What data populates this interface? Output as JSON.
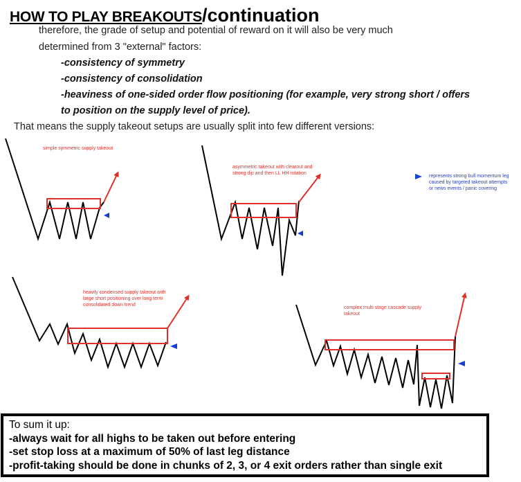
{
  "heading": {
    "part1": "HOW TO PLAY BREAKOUTS",
    "part2": "/continuation"
  },
  "intro": {
    "line1": "therefore, the grade of setup and potential of reward on it will also be very much",
    "line2": "determined from 3 \"external\" factors:"
  },
  "factors": [
    "-consistency of symmetry",
    "-consistency of consolidation",
    "-heaviness of one-sided order flow positioning (for example, very strong short / offers",
    "to position on the supply level of price)."
  ],
  "versions_line": "That means the supply takeout setups are usually split into few different versions:",
  "diagrams": {
    "d1_label": "simple symmetric supply takeout",
    "d2_label": [
      "asymmetric takeout with clearout and",
      "strong dip and then LL HH rotation"
    ],
    "legend": [
      "represents strong bull momentum leg",
      "caused by targeted takeout attempts",
      "or news events / panic covering"
    ],
    "d3_label": [
      "heavily condensed supply takeout with",
      "large short positioning over long term",
      "consolidated down trend"
    ],
    "d4_label": [
      "complex multi stage cascade supply",
      "takeout"
    ],
    "colors": {
      "price_line": "#000000",
      "zone": "#e0302a",
      "momentum": "#e0302a",
      "marker": "#1a3fd6"
    }
  },
  "summary": {
    "title": "To sum it up:",
    "items": [
      "-always wait for all highs to be taken out before entering",
      "-set stop loss at a maximum of 50% of last leg distance",
      "-profit-taking should be done in chunks of 2, 3, or 4 exit orders rather than single exit"
    ]
  }
}
